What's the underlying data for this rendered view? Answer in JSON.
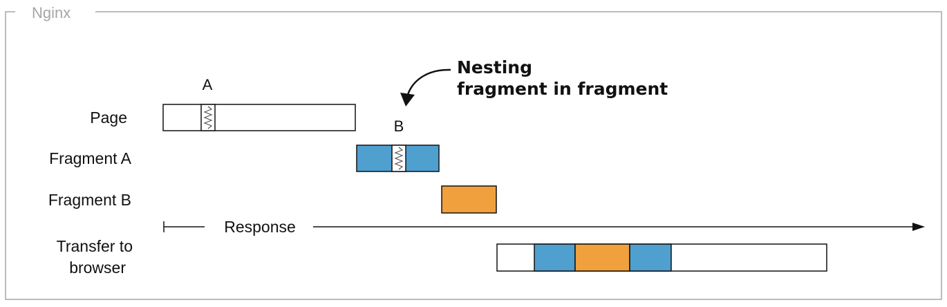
{
  "frame": {
    "title": "Nginx"
  },
  "rows": {
    "page": "Page",
    "fragment_a": "Fragment A",
    "fragment_b": "Fragment B",
    "transfer_line1": "Transfer to",
    "transfer_line2": "browser"
  },
  "markers": {
    "a": "A",
    "b": "B"
  },
  "annotation": {
    "line1": "Nesting",
    "line2": "fragment in fragment"
  },
  "timeline": {
    "label": "Response"
  },
  "colors": {
    "fragment_a": "#4f9fcf",
    "fragment_b": "#f0a03c",
    "frame_border": "#a6a6a6",
    "outline": "#111111"
  }
}
